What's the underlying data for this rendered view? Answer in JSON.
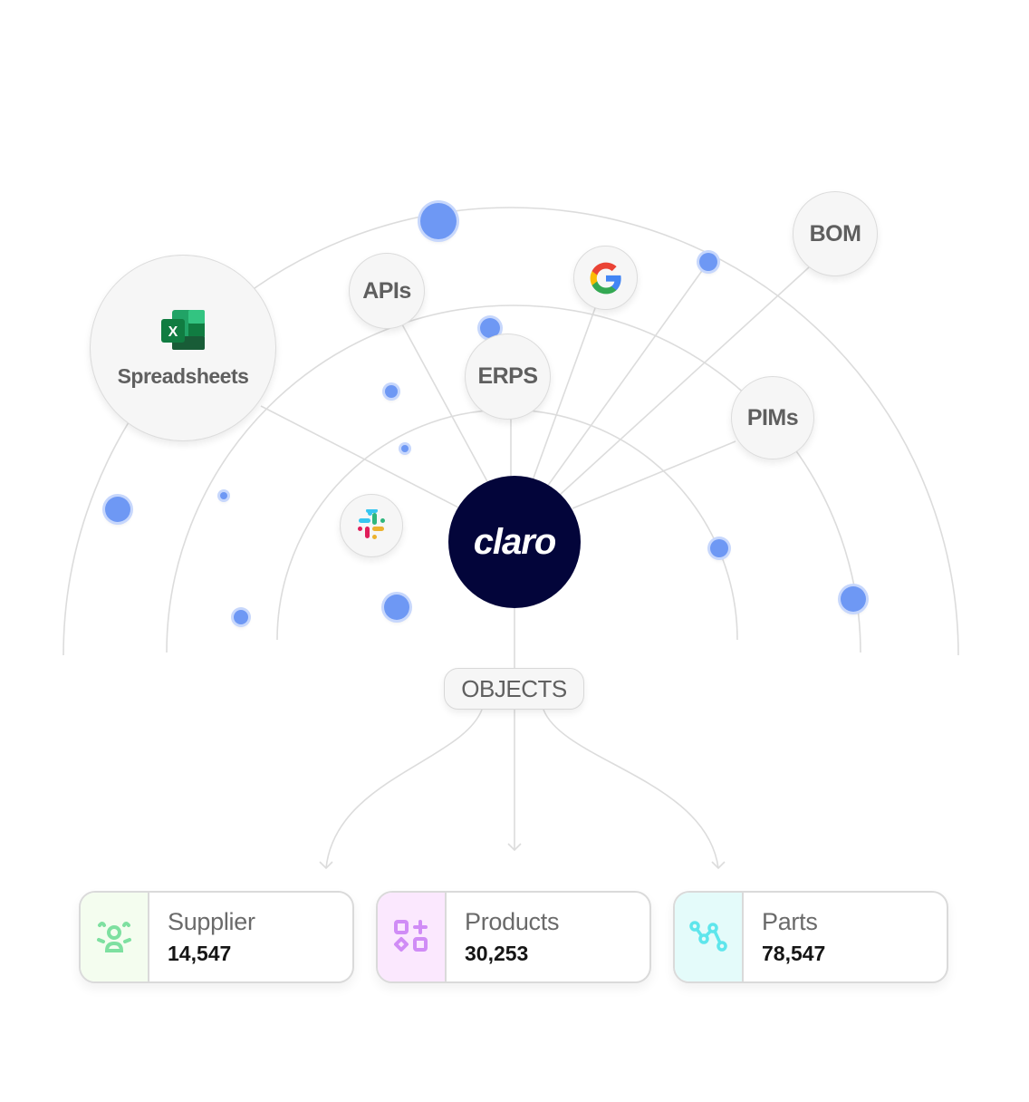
{
  "hub": {
    "label": "claro",
    "color": "#03053a"
  },
  "sources": [
    {
      "id": "spreadsheets",
      "label": "Spreadsheets",
      "icon": "excel-icon"
    },
    {
      "id": "apis",
      "label": "APIs"
    },
    {
      "id": "erps",
      "label": "ERPS"
    },
    {
      "id": "google",
      "label": "",
      "icon": "google-icon"
    },
    {
      "id": "bom",
      "label": "BOM"
    },
    {
      "id": "pims",
      "label": "PIMs"
    },
    {
      "id": "slack",
      "label": "",
      "icon": "slack-icon"
    }
  ],
  "objects_label": "OBJECTS",
  "outputs": [
    {
      "name": "Supplier",
      "count": "14,547",
      "icon": "supplier-icon",
      "accent": "#7ee0a0",
      "bg": "#f4fdef"
    },
    {
      "name": "Products",
      "count": "30,253",
      "icon": "products-icon",
      "accent": "#d08cf6",
      "bg": "#fbe8fe"
    },
    {
      "name": "Parts",
      "count": "78,547",
      "icon": "parts-icon",
      "accent": "#5ee6ec",
      "bg": "#e4fbfa"
    }
  ],
  "colors": {
    "dot": "#6e98f4",
    "dot_halo": "#c7d7fc",
    "line": "#dcdcdc"
  }
}
